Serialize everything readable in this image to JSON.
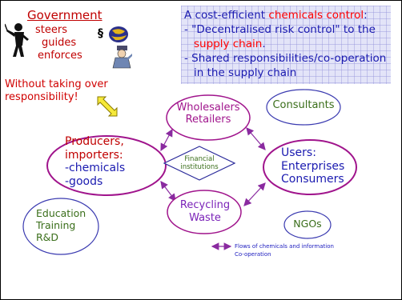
{
  "government": {
    "title": "Government",
    "verbs": [
      "steers",
      "guides",
      "enforces"
    ],
    "section_symbol": "§",
    "note_line1": "Without taking over",
    "note_line2": "responsibility!"
  },
  "infobox": {
    "line1_prefix": "A cost-efficient ",
    "line1_highlight": "chemicals control",
    "line1_suffix": ":",
    "line2": "- \"Decentralised risk control\" to the",
    "line3_highlight": "supply chain",
    "line3_suffix": ".",
    "line4": "- Shared responsibilities/co-operation",
    "line5": "in the supply chain"
  },
  "nodes": {
    "wholesalers": [
      "Wholesalers",
      "Retailers"
    ],
    "consultants": "Consultants",
    "producers": [
      "Producers,",
      "importers:",
      "-chemicals",
      "-goods"
    ],
    "financial": [
      "Financial",
      "institutions"
    ],
    "users": [
      "Users:",
      "Enterprises",
      "Consumers"
    ],
    "education": [
      "Education",
      "Training",
      "R&D"
    ],
    "recycling": [
      "Recycling",
      "Waste"
    ],
    "ngos": "NGOs"
  },
  "legend": {
    "line1": "Flows of chemicals and information",
    "line2": "Co-operation"
  },
  "colors": {
    "red": "#c00000",
    "magenta": "#a0148c",
    "blue": "#1a1ab0",
    "green": "#3a6e1a",
    "purple": "#7a22b8",
    "arrow_yellow": "#f6e93a"
  }
}
